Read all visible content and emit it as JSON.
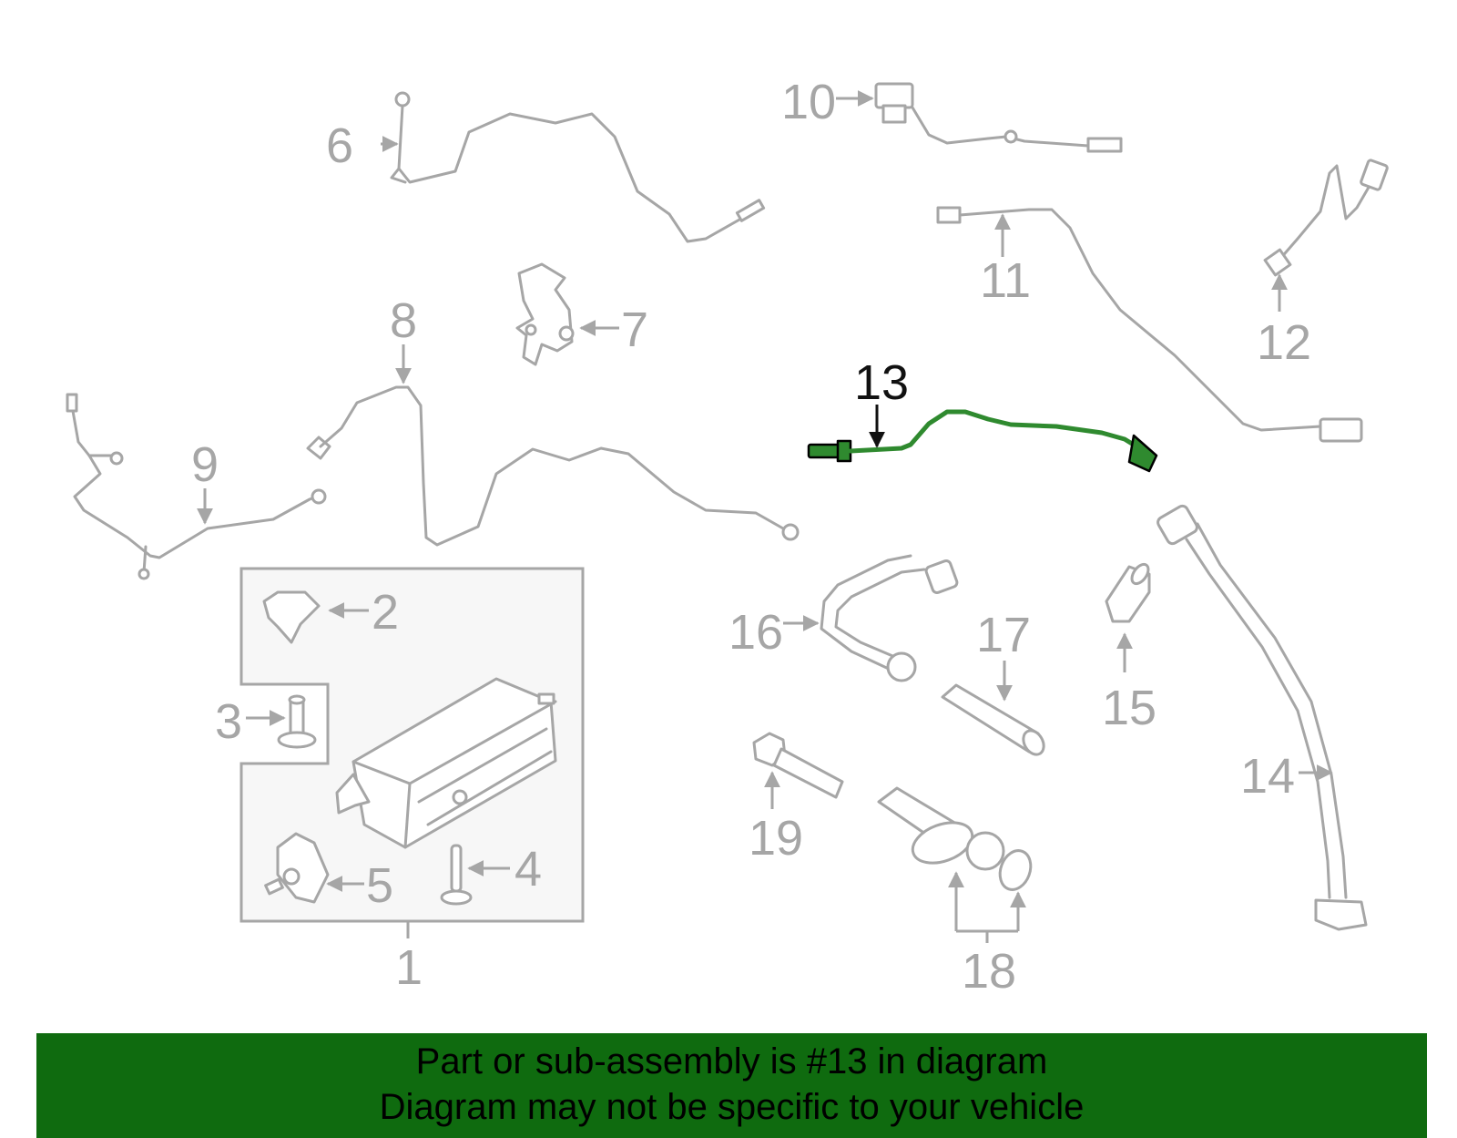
{
  "callouts": {
    "c1": "1",
    "c2": "2",
    "c3": "3",
    "c4": "4",
    "c5": "5",
    "c6": "6",
    "c7": "7",
    "c8": "8",
    "c9": "9",
    "c10": "10",
    "c11": "11",
    "c12": "12",
    "c13": "13",
    "c14": "14",
    "c15": "15",
    "c16": "16",
    "c17": "17",
    "c18": "18",
    "c19": "19"
  },
  "highlighted_part": "13",
  "colors": {
    "highlight_fill": "#2f8a2f",
    "banner_background": "#0f6b0f",
    "part_outline": "#a6a6a6"
  },
  "banner": {
    "line1": "Part or sub-assembly is #13 in diagram",
    "line2": "Diagram may not be specific to your vehicle"
  }
}
